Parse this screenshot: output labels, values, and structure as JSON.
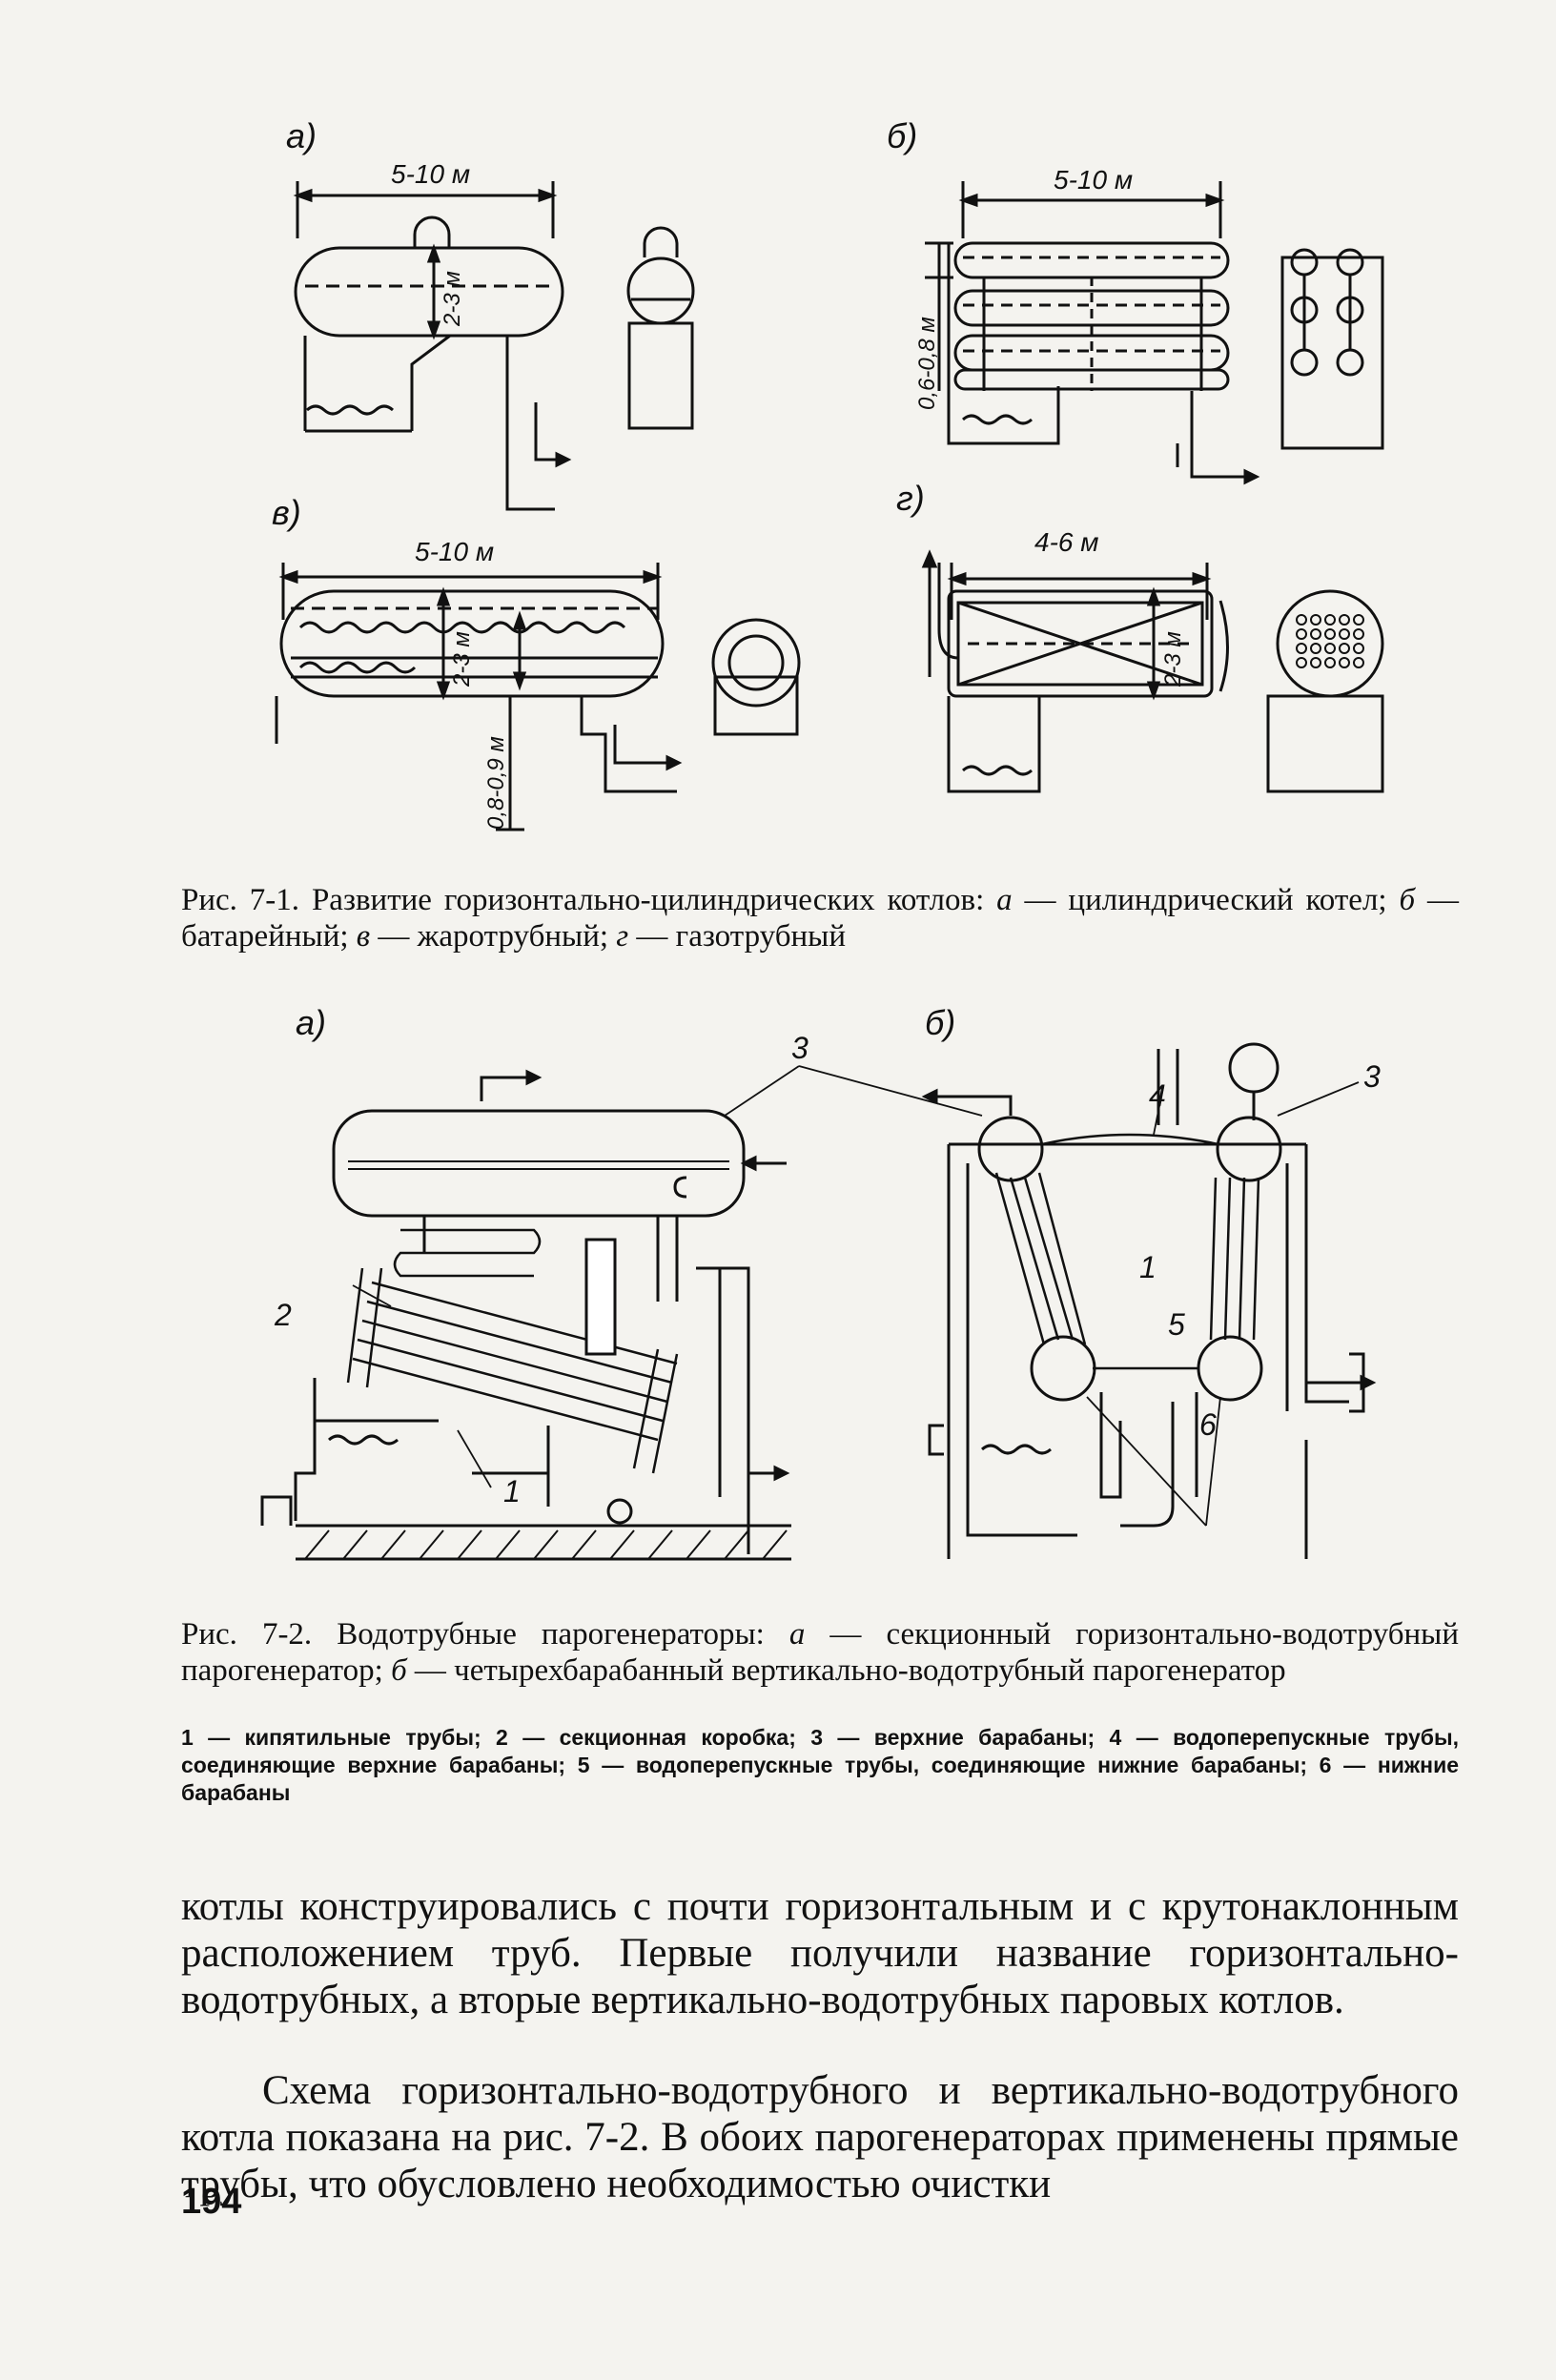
{
  "figure1": {
    "panel_labels": [
      "а)",
      "б)",
      "в)",
      "г)"
    ],
    "dims": {
      "a_length": "5-10 м",
      "a_diameter": "2-3 м",
      "b_length": "5-10 м",
      "b_height": "0,6-0,8 м",
      "v_length": "5-10 м",
      "v_diameter": "2-3 м",
      "v_tube": "0,8-0,9 м",
      "g_length": "4-6 м",
      "g_diameter": "2-3 м"
    },
    "caption_prefix": "Рис. 7-1. Развитие горизонтально-цилиндрических котлов: ",
    "caption_items": [
      {
        "letter": "а",
        "text": " — цилиндрический котел; "
      },
      {
        "letter": "б",
        "text": " — батарейный; "
      },
      {
        "letter": "в",
        "text": " — жаротрубный; "
      },
      {
        "letter": "г",
        "text": " — газотрубный"
      }
    ]
  },
  "figure2": {
    "panel_labels": [
      "а)",
      "б)"
    ],
    "callouts": [
      "1",
      "2",
      "3",
      "3",
      "4",
      "1",
      "5",
      "6"
    ],
    "callout_1b": "1",
    "callout_6b": "6",
    "caption_prefix": "Рис. 7-2. Водотрубные парогенераторы: ",
    "caption_items": [
      {
        "letter": "а",
        "text": " — секционный горизонтально-водотрубный парогенератор; "
      },
      {
        "letter": "б",
        "text": " — четырехбарабанный вертикально-водотрубный парогенератор"
      }
    ],
    "legend": "1 — кипятильные трубы; 2 — секционная коробка; 3 — верхние барабаны; 4 — водоперепускные трубы, соединяющие верхние барабаны; 5 — водоперепускные трубы, соединяющие нижние барабаны; 6 — нижние барабаны"
  },
  "text": {
    "paragraph1": "котлы конструировались с почти горизонтальным и с крутонаклонным расположением труб. Первые получили название горизонтально-водотрубных, а вторые вертикально-водотрубных паровых котлов.",
    "paragraph2": "Схема горизонтально-водотрубного и вертикально-водотрубного котла показана на рис. 7-2. В обоих парогенераторах применены прямые трубы, что обусловлено необходимостью очистки"
  },
  "page_number": "194"
}
